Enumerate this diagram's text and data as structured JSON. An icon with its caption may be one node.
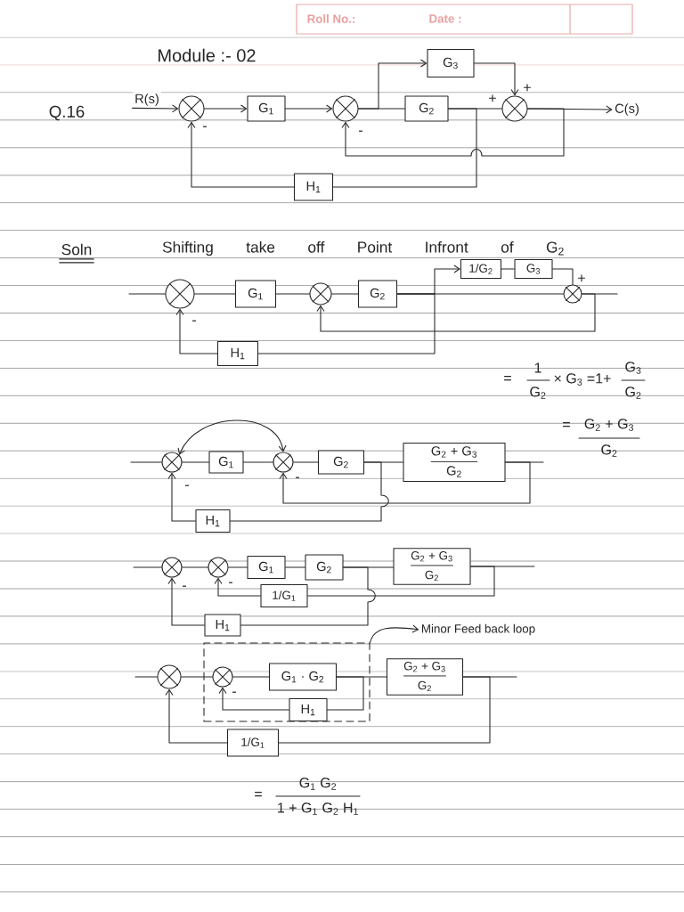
{
  "diagram": {
    "title": "Module :- 02",
    "nodes": [
      {
        "text": [
          "R(s)"
        ]
      },
      {
        "text": [],
        "shape": "circle"
      },
      {
        "text": [
          "G$_{1}$"
        ]
      },
      {
        "text": [],
        "shape": "circle"
      },
      {
        "text": [
          "G$_{2}$"
        ]
      },
      {
        "text": [
          "G$_{3}$"
        ]
      },
      {
        "text": [],
        "shape": "circle"
      },
      {
        "text": [
          "C(s)"
        ]
      },
      {
        "text": [
          "H$_{1}$"
        ]
      },
      {
        "text": [],
        "shape": "circle"
      },
      {
        "text": [
          "G$_{1}$"
        ]
      },
      {
        "text": [],
        "shape": "circle"
      },
      {
        "text": [
          "G$_{2}$"
        ]
      },
      {
        "text": [
          "1/G$_{2}$"
        ]
      },
      {
        "text": [
          "G$_{3}$"
        ]
      },
      {
        "text": [],
        "shape": "circle"
      },
      {
        "text": [
          "H$_{1}$"
        ]
      },
      {
        "text": [],
        "shape": "circle"
      },
      {
        "text": [
          "G$_{1}$"
        ]
      },
      {
        "text": [],
        "shape": "circle"
      },
      {
        "text": [
          "G$_{2}$"
        ]
      },
      {
        "text": [
          "G$_{2}$ + G$_{3}$",
          "G$_{2}$"
        ]
      },
      {
        "text": [
          "H$_{1}$"
        ]
      },
      {
        "text": [],
        "shape": "circle"
      },
      {
        "text": [],
        "shape": "circle"
      },
      {
        "text": [
          "G$_{1}$"
        ]
      },
      {
        "text": [
          "G$_{2}$"
        ]
      },
      {
        "text": [
          "G$_{2}$ + G$_{3}$",
          "G$_{2}$"
        ]
      },
      {
        "text": [
          "1/G$_{1}$"
        ]
      },
      {
        "text": [
          "H$_{1}$"
        ]
      },
      {
        "text": [
          "Minor Feed back loop"
        ]
      },
      {
        "text": [],
        "shape": "circle"
      },
      {
        "text": [],
        "shape": "box"
      },
      {
        "text": [],
        "shape": "circle",
        "in": 32
      },
      {
        "text": [
          "G$_{1}$ · G$_{2}$"
        ],
        "in": 32
      },
      {
        "text": [
          "H$_{1}$"
        ],
        "in": 32
      },
      {
        "text": [
          "G$_{2}$ + G$_{3}$",
          "G$_{2}$"
        ]
      },
      {
        "text": [
          "1/G$_{1}$"
        ]
      }
    ],
    "edges": [
      {
        "from": 0,
        "to": 1,
        "arrow": "to"
      },
      {
        "from": 1,
        "to": 2,
        "arrow": "to"
      },
      {
        "from": 2,
        "to": 3,
        "arrow": "to"
      },
      {
        "from": 3,
        "to": 4,
        "arrow": "none"
      },
      {
        "from": 3,
        "to": 5,
        "arrow": "to"
      },
      {
        "from": 4,
        "to": 6,
        "arrow": "none",
        "label": "+"
      },
      {
        "from": 5,
        "to": 6,
        "arrow": "to",
        "label": "+"
      },
      {
        "from": 6,
        "to": 7,
        "arrow": "to"
      },
      {
        "from": 6,
        "to": 3,
        "arrow": "to",
        "label": "-"
      },
      {
        "from": 4,
        "to": 8,
        "arrow": "none"
      },
      {
        "from": 8,
        "to": 1,
        "arrow": "to",
        "label": "-"
      },
      {
        "from": null,
        "to": 9,
        "arrow": "none"
      },
      {
        "from": 9,
        "to": 10,
        "arrow": "none"
      },
      {
        "from": 10,
        "to": 11,
        "arrow": "none"
      },
      {
        "from": 11,
        "to": 12,
        "arrow": "none"
      },
      {
        "from": 12,
        "to": 13,
        "arrow": "to"
      },
      {
        "from": 13,
        "to": 14,
        "arrow": "none"
      },
      {
        "from": 14,
        "to": 15,
        "arrow": "none",
        "label": "+"
      },
      {
        "from": 12,
        "to": 15,
        "arrow": "none"
      },
      {
        "from": 15,
        "to": null,
        "arrow": "none"
      },
      {
        "from": 15,
        "to": 11,
        "arrow": "to"
      },
      {
        "from": 12,
        "to": 16,
        "arrow": "none"
      },
      {
        "from": 16,
        "to": 9,
        "arrow": "to",
        "label": "-"
      },
      {
        "from": null,
        "to": 17,
        "arrow": "none"
      },
      {
        "from": 17,
        "to": 18,
        "arrow": "none"
      },
      {
        "from": 18,
        "to": 19,
        "arrow": "none"
      },
      {
        "from": 19,
        "to": 20,
        "arrow": "none"
      },
      {
        "from": 20,
        "to": 21,
        "arrow": "none"
      },
      {
        "from": 21,
        "to": null,
        "arrow": "none"
      },
      {
        "from": 21,
        "to": 19,
        "arrow": "to",
        "label": "-"
      },
      {
        "from": 20,
        "to": 22,
        "arrow": "none"
      },
      {
        "from": 22,
        "to": 17,
        "arrow": "to",
        "label": "-"
      },
      {
        "from": 17,
        "to": 19,
        "arrow": "both"
      },
      {
        "from": null,
        "to": 23,
        "arrow": "none"
      },
      {
        "from": 23,
        "to": 24,
        "arrow": "none"
      },
      {
        "from": 24,
        "to": 25,
        "arrow": "none"
      },
      {
        "from": 25,
        "to": 26,
        "arrow": "none"
      },
      {
        "from": 26,
        "to": 27,
        "arrow": "none"
      },
      {
        "from": 27,
        "to": null,
        "arrow": "none"
      },
      {
        "from": 27,
        "to": 28,
        "arrow": "none"
      },
      {
        "from": 28,
        "to": 24,
        "arrow": "to",
        "label": "-"
      },
      {
        "from": 26,
        "to": 29,
        "arrow": "none"
      },
      {
        "from": 29,
        "to": 23,
        "arrow": "to",
        "label": "-"
      },
      {
        "from": 32,
        "to": 30,
        "arrow": "to"
      },
      {
        "from": null,
        "to": 31,
        "arrow": "none"
      },
      {
        "from": 31,
        "to": 33,
        "arrow": "none"
      },
      {
        "from": 33,
        "to": 34,
        "arrow": "none"
      },
      {
        "from": 34,
        "to": 36,
        "arrow": "none"
      },
      {
        "from": 36,
        "to": null,
        "arrow": "none"
      },
      {
        "from": 34,
        "to": 35,
        "arrow": "none"
      },
      {
        "from": 35,
        "to": 33,
        "arrow": "to",
        "label": "-"
      },
      {
        "from": 36,
        "to": 37,
        "arrow": "none"
      },
      {
        "from": 37,
        "to": 31,
        "arrow": "to"
      }
    ],
    "labels": [
      "Roll No.:",
      "Date :",
      "Q.16",
      "Soln",
      "Shifting take off Point Infront of G$_{2}$",
      "=",
      "1",
      "G$_{2}$",
      "× G$_{3}$ =1+",
      "G$_{3}$",
      "G$_{2}$",
      "=",
      "G$_{2}$ + G$_{3}$",
      "G$_{2}$",
      "=",
      "G$_{1}$ G$_{2}$",
      "1 + G$_{1}$ G$_{2}$ H$_{1}$"
    ]
  }
}
